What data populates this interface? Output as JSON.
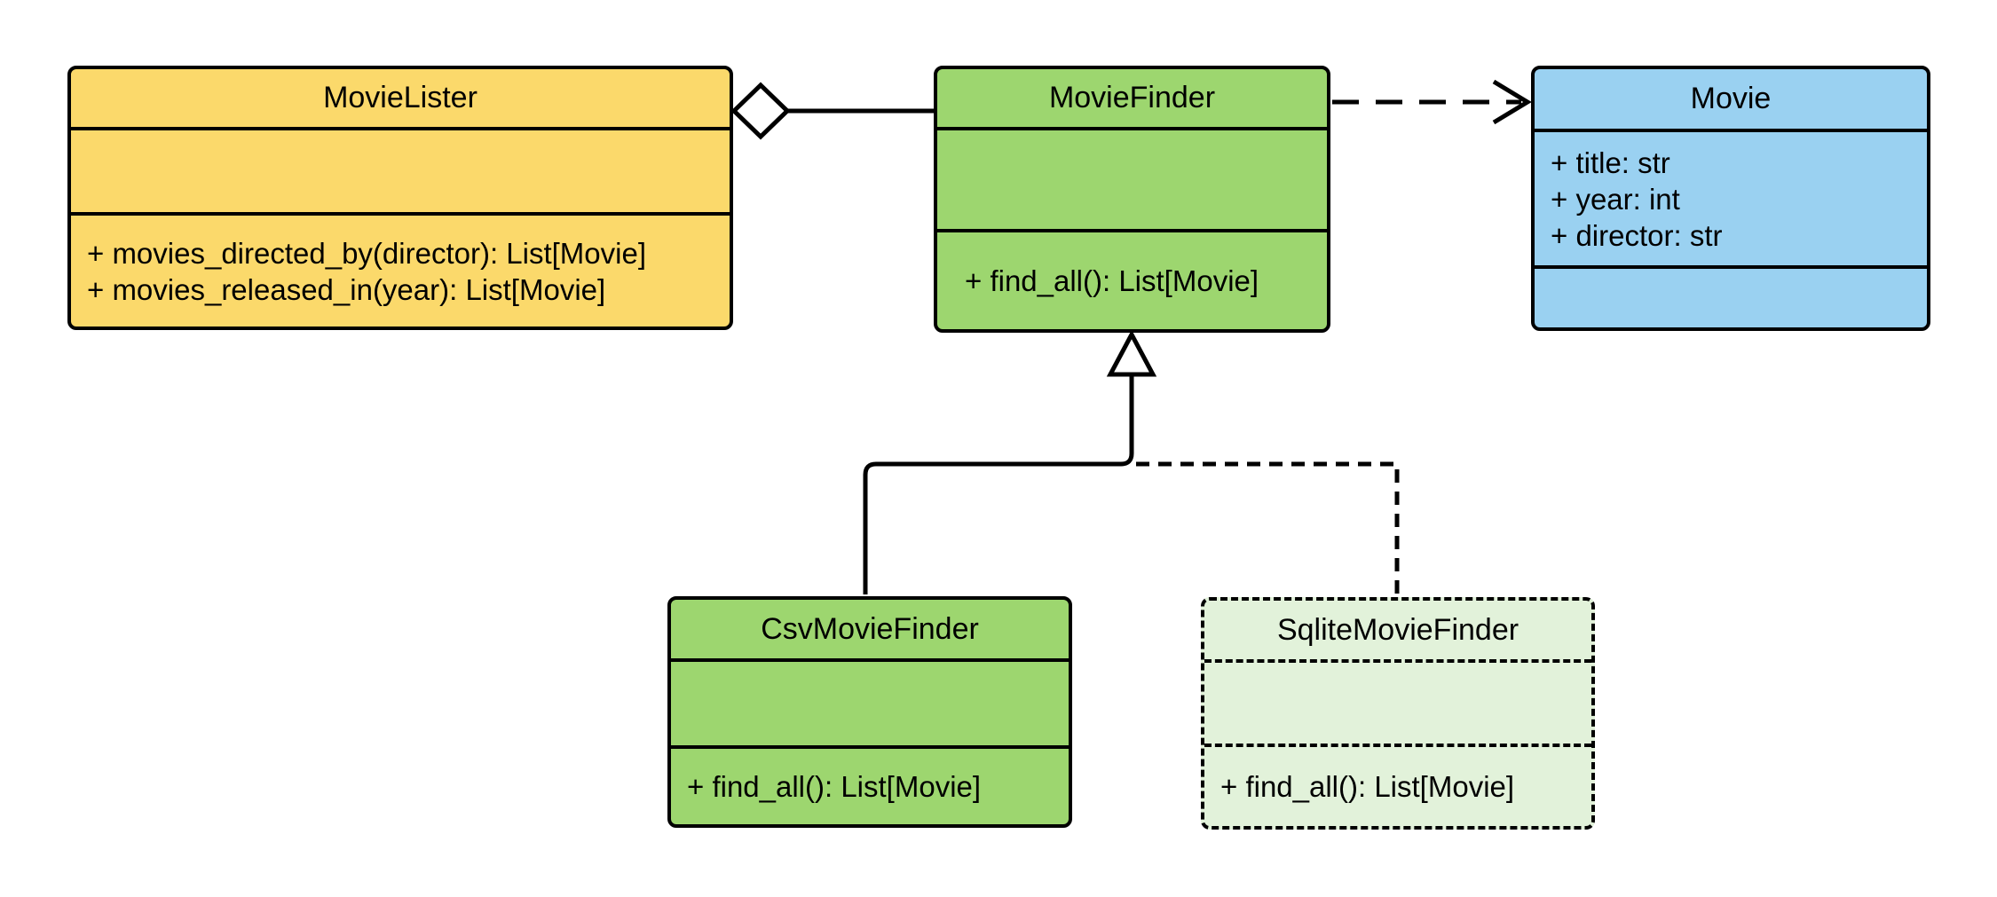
{
  "page": {
    "background": "#ffffff"
  },
  "diagram": {
    "type": "uml-class-diagram",
    "stroke_color": "#000000",
    "text_color": "#000000",
    "classes": [
      {
        "name": "MovieLister",
        "fill": "#fbd96b",
        "border": "solid",
        "attributes": [],
        "methods": [
          "+ movies_directed_by(director): List[Movie]",
          "+ movies_released_in(year): List[Movie]"
        ]
      },
      {
        "name": "MovieFinder",
        "fill": "#9dd66f",
        "border": "solid",
        "attributes": [],
        "methods": [
          "+ find_all(): List[Movie]"
        ]
      },
      {
        "name": "Movie",
        "fill": "#9ad1f1",
        "border": "solid",
        "attributes": [
          "+ title: str",
          "+ year: int",
          "+ director: str"
        ],
        "methods": []
      },
      {
        "name": "CsvMovieFinder",
        "fill": "#9dd66f",
        "border": "solid",
        "attributes": [],
        "methods": [
          "+ find_all(): List[Movie]"
        ]
      },
      {
        "name": "SqliteMovieFinder",
        "fill": "#e2f2da",
        "border": "dashed",
        "attributes": [],
        "methods": [
          "+ find_all(): List[Movie]"
        ]
      }
    ],
    "relationships": [
      {
        "type": "aggregation",
        "from": "MovieLister",
        "to": "MovieFinder",
        "line": "solid",
        "marker": "hollow-diamond"
      },
      {
        "type": "dependency",
        "from": "MovieFinder",
        "to": "Movie",
        "line": "dashed",
        "marker": "open-arrow"
      },
      {
        "type": "generalization",
        "from": "CsvMovieFinder",
        "to": "MovieFinder",
        "line": "solid",
        "marker": "hollow-triangle"
      },
      {
        "type": "generalization",
        "from": "SqliteMovieFinder",
        "to": "MovieFinder",
        "line": "dashed",
        "marker": "hollow-triangle"
      }
    ]
  }
}
